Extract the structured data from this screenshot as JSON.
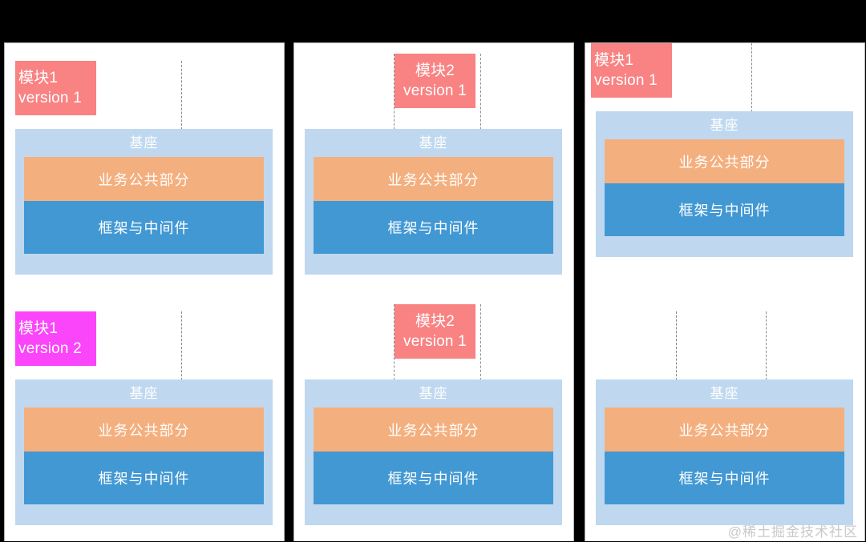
{
  "diagram": {
    "title_text": "",
    "colors": {
      "module_v1": "#F98282",
      "module_v2": "#FA45FA",
      "base_container": "#BFD8EF",
      "business_layer": "#F4AF7E",
      "framework_layer": "#4298D3",
      "panel_background": "#FFFFFF",
      "page_background": "#000000",
      "guide_line": "#8A8A8A"
    },
    "base": {
      "title": "基座",
      "layers": [
        {
          "label": "业务公共部分",
          "color": "#F4AF7E"
        },
        {
          "label": "框架与中间件",
          "color": "#4298D3"
        }
      ]
    },
    "columns": [
      {
        "id": "column-1",
        "panels": [
          {
            "id": "panel-1-top",
            "module": {
              "name": "模块1",
              "version": "version 1",
              "color": "#F98282",
              "align": "left"
            }
          },
          {
            "id": "panel-1-bottom",
            "module": {
              "name": "模块1",
              "version": "version 2",
              "color": "#FA45FA",
              "align": "left"
            }
          }
        ]
      },
      {
        "id": "column-2",
        "panels": [
          {
            "id": "panel-2-top",
            "module": {
              "name": "模块2",
              "version": "version 1",
              "color": "#F98282",
              "align": "center"
            }
          },
          {
            "id": "panel-2-bottom",
            "module": {
              "name": "模块2",
              "version": "version 1",
              "color": "#F98282",
              "align": "center"
            }
          }
        ]
      },
      {
        "id": "column-3",
        "panels": [
          {
            "id": "panel-3-top",
            "module": {
              "name": "模块1",
              "version": "version 1",
              "color": "#F98282",
              "align": "left"
            }
          },
          {
            "id": "panel-3-bottom",
            "module": null
          }
        ]
      }
    ],
    "watermark": "@稀土掘金技术社区"
  }
}
